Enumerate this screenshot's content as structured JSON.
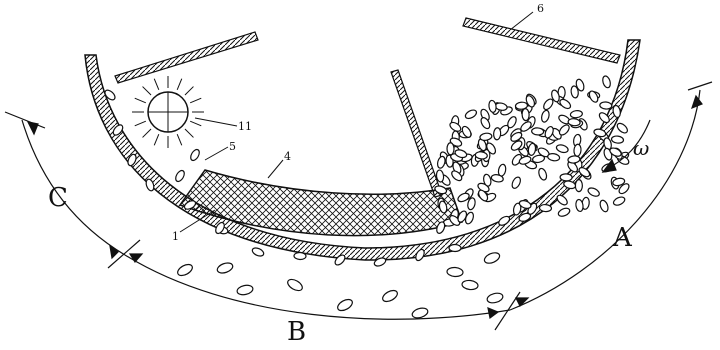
{
  "diagram": {
    "zone_labels": {
      "a": "A",
      "b": "B",
      "c": "C"
    },
    "part_numbers": {
      "p1": "1",
      "p4": "4",
      "p5": "5",
      "p6": "6",
      "p11": "11"
    },
    "rotation_symbol": "ω",
    "icons": [
      "sun-lamp-icon",
      "grain-kernel-icon"
    ],
    "colors": {
      "ink": "#111111",
      "paper": "#ffffff"
    }
  }
}
